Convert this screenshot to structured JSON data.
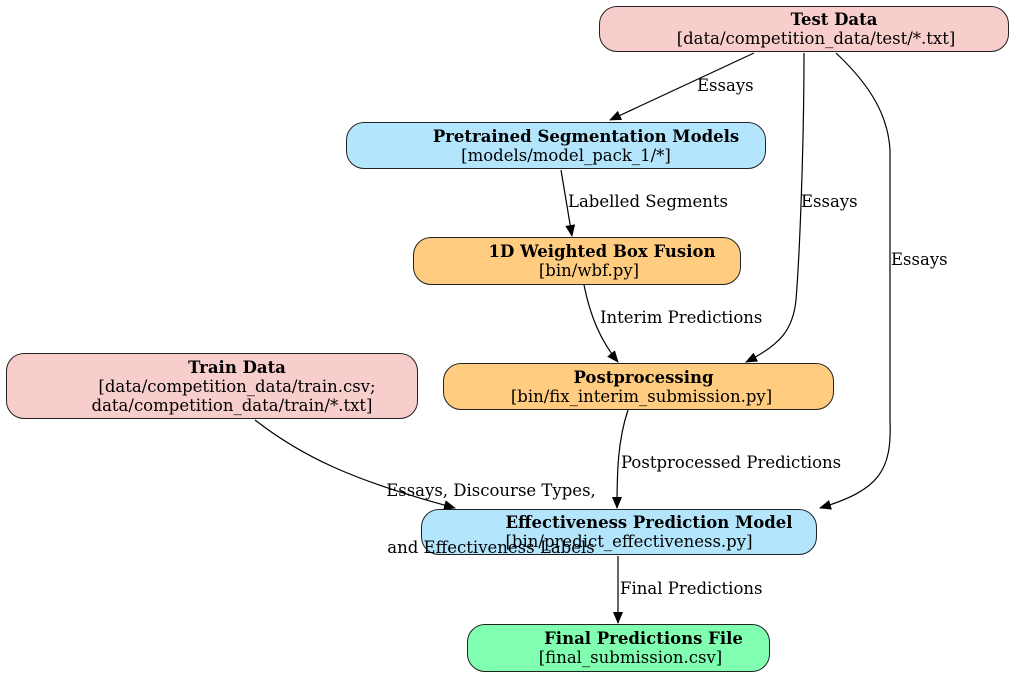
{
  "diagram": {
    "nodes": {
      "test_data": {
        "title": "Test Data",
        "subtitle": "[data/competition_data/test/*.txt]",
        "color": "#f8cecc"
      },
      "pretrained": {
        "title": "Pretrained Segmentation Models",
        "subtitle": "[models/model_pack_1/*]",
        "color": "#b3e5fc"
      },
      "wbf": {
        "title": "1D Weighted Box Fusion",
        "subtitle": "[bin/wbf.py]",
        "color": "#ffcc80"
      },
      "train_data": {
        "title": "Train Data",
        "subtitle_line1": "[data/competition_data/train.csv;",
        "subtitle_line2": "data/competition_data/train/*.txt]",
        "color": "#f8cecc"
      },
      "postprocessing": {
        "title": "Postprocessing",
        "subtitle": "[bin/fix_interim_submission.py]",
        "color": "#ffcc80"
      },
      "effectiveness": {
        "title": "Effectiveness Prediction Model",
        "subtitle": "[bin/predict_effectiveness.py]",
        "color": "#b3e5fc"
      },
      "final": {
        "title": "Final Predictions File",
        "subtitle": "[final_submission.csv]",
        "color": "#80ffb0"
      }
    },
    "edges": [
      {
        "from": "test_data",
        "to": "pretrained",
        "label": "Essays"
      },
      {
        "from": "pretrained",
        "to": "wbf",
        "label": "Labelled Segments"
      },
      {
        "from": "test_data",
        "to": "postprocessing",
        "label": "Essays"
      },
      {
        "from": "test_data",
        "to": "effectiveness",
        "label": "Essays"
      },
      {
        "from": "wbf",
        "to": "postprocessing",
        "label": "Interim Predictions"
      },
      {
        "from": "train_data",
        "to": "effectiveness",
        "label_line1": "Essays, Discourse Types,",
        "label_line2": "and Effectiveness Labels"
      },
      {
        "from": "postprocessing",
        "to": "effectiveness",
        "label": "Postprocessed Predictions"
      },
      {
        "from": "effectiveness",
        "to": "final",
        "label": "Final Predictions"
      }
    ]
  }
}
